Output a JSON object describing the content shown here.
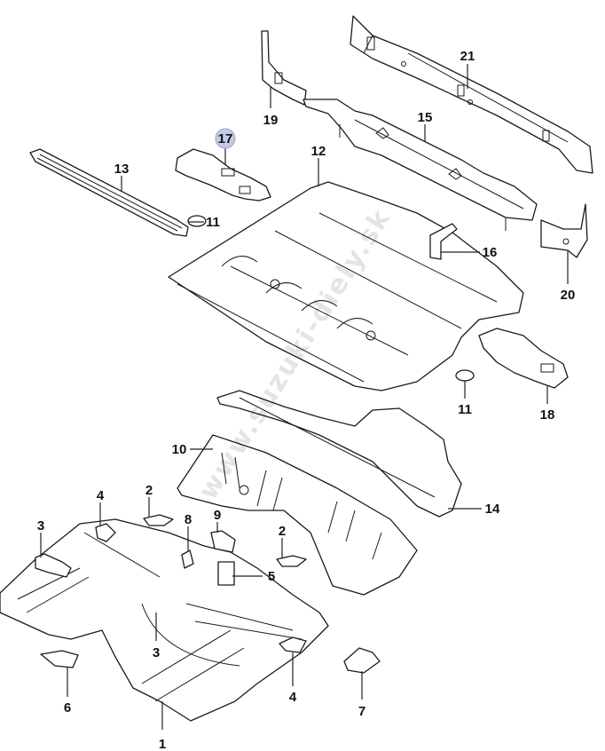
{
  "diagram": {
    "title": "Floor panel parts diagram",
    "watermark": "www.suzuki-diely.sk",
    "highlight_color": "#c5cbe6",
    "highlighted_callout": "17",
    "callouts": [
      {
        "id": "1",
        "label": "1",
        "part": "front-floor-panel"
      },
      {
        "id": "2a",
        "label": "2",
        "part": "bracket-small-left"
      },
      {
        "id": "2b",
        "label": "2",
        "part": "bracket-small-right"
      },
      {
        "id": "3a",
        "label": "3",
        "part": "floor-member-left"
      },
      {
        "id": "3b",
        "label": "3",
        "part": "floor-member-right"
      },
      {
        "id": "4a",
        "label": "4",
        "part": "seat-mount-left"
      },
      {
        "id": "4b",
        "label": "4",
        "part": "seat-mount-right"
      },
      {
        "id": "5",
        "label": "5",
        "part": "tunnel-bracket"
      },
      {
        "id": "6",
        "label": "6",
        "part": "mount-bracket-left"
      },
      {
        "id": "7",
        "label": "7",
        "part": "mount-bracket-right"
      },
      {
        "id": "8",
        "label": "8",
        "part": "tunnel-clip"
      },
      {
        "id": "9",
        "label": "9",
        "part": "tunnel-reinforcement"
      },
      {
        "id": "10",
        "label": "10",
        "part": "crossmember-bracket"
      },
      {
        "id": "11a",
        "label": "11",
        "part": "plug-upper"
      },
      {
        "id": "11b",
        "label": "11",
        "part": "plug-lower"
      },
      {
        "id": "12",
        "label": "12",
        "part": "rear-floor-panel"
      },
      {
        "id": "13",
        "label": "13",
        "part": "rear-side-member-left"
      },
      {
        "id": "14",
        "label": "14",
        "part": "center-crossmember"
      },
      {
        "id": "15",
        "label": "15",
        "part": "rear-crossmember"
      },
      {
        "id": "16",
        "label": "16",
        "part": "rear-bracket"
      },
      {
        "id": "17",
        "label": "17",
        "part": "rear-floor-extension-left"
      },
      {
        "id": "18",
        "label": "18",
        "part": "rear-floor-extension-right"
      },
      {
        "id": "19",
        "label": "19",
        "part": "rear-end-gusset-left"
      },
      {
        "id": "20",
        "label": "20",
        "part": "rear-end-gusset-right"
      },
      {
        "id": "21",
        "label": "21",
        "part": "rear-end-panel"
      }
    ]
  }
}
